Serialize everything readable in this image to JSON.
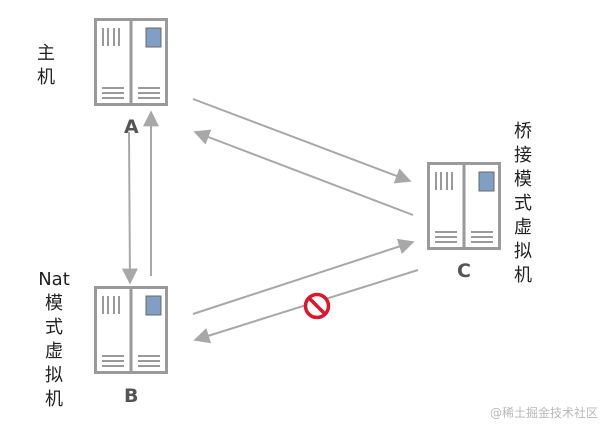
{
  "nodes": {
    "host": {
      "letter": "A",
      "caption": "主\n机"
    },
    "nat_vm": {
      "letter": "B",
      "caption": "Nat\n模\n式\n虚\n拟\n机"
    },
    "bridge_vm": {
      "letter": "C",
      "caption": "桥\n接\n模\n式\n虚\n拟\n机"
    }
  },
  "edges": [
    {
      "from": "A",
      "to": "C",
      "status": "allowed"
    },
    {
      "from": "C",
      "to": "A",
      "status": "allowed"
    },
    {
      "from": "A",
      "to": "B",
      "status": "allowed"
    },
    {
      "from": "B",
      "to": "A",
      "status": "allowed"
    },
    {
      "from": "B",
      "to": "C",
      "status": "allowed"
    },
    {
      "from": "C",
      "to": "B",
      "status": "blocked"
    }
  ],
  "colors": {
    "server": "#9a9a9a",
    "arrow": "#a8a8a8",
    "window": "#7f9fc4",
    "blocked": "#e0152a"
  },
  "watermark": "@稀土掘金技术社区"
}
